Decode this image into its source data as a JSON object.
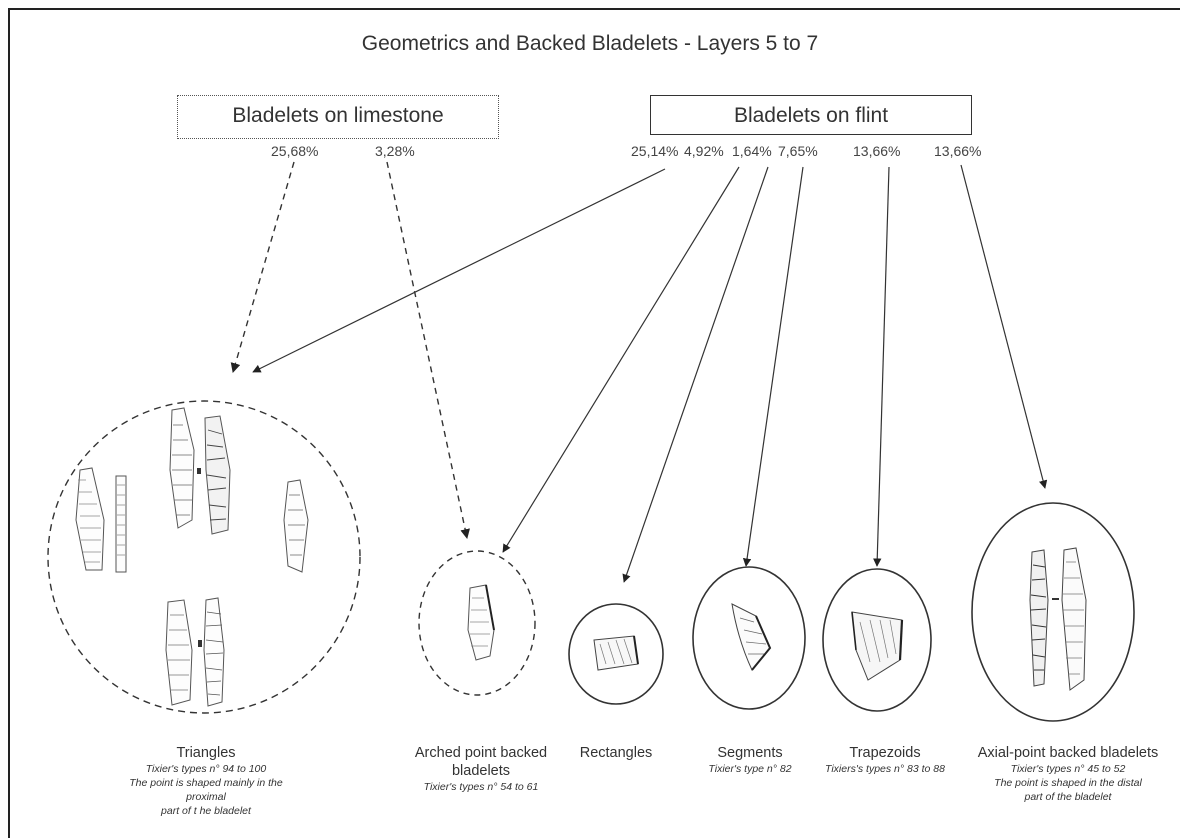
{
  "title": "Geometrics and Backed Bladelets - Layers 5 to 7",
  "groups": {
    "limestone": {
      "label": "Bladelets on limestone",
      "percentages": [
        "25,68%",
        "3,28%"
      ]
    },
    "flint": {
      "label": "Bladelets on flint",
      "percentages": [
        "25,14%",
        "4,92%",
        "1,64%",
        "7,65%",
        "13,66%",
        "13,66%"
      ]
    }
  },
  "categories": [
    {
      "name": "Triangles",
      "lines": [
        "Tixier's types n° 94 to 100",
        "The point is shaped mainly in the proximal",
        "part of t he bladelet"
      ]
    },
    {
      "name": "Arched point backed bladelets",
      "lines": [
        "Tixier's types n° 54 to 61"
      ]
    },
    {
      "name": "Rectangles",
      "lines": []
    },
    {
      "name": "Segments",
      "lines": [
        "Tixier's type n° 82"
      ]
    },
    {
      "name": "Trapezoids",
      "lines": [
        "Tixiers's types n° 83 to 88"
      ]
    },
    {
      "name": "Axial-point backed bladelets",
      "lines": [
        "Tixier's types n° 45 to 52",
        "The point is shaped in the distal",
        "part of the bladelet"
      ]
    }
  ]
}
